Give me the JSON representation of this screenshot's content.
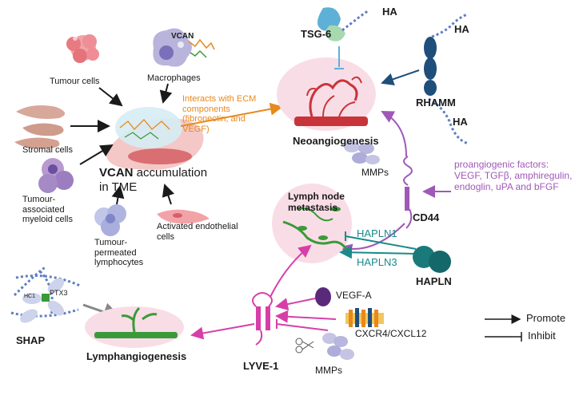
{
  "labels": {
    "tumour_cells": "Tumour cells",
    "macrophages": "Macrophages",
    "vcan_small": "VCAN",
    "stromal_cells": "Stromal cells",
    "tumour_myeloid": [
      "Tumour-",
      "associated",
      "myeloid cells"
    ],
    "tumour_lymphocytes": [
      "Tumour-",
      "permeated",
      "lymphocytes"
    ],
    "activated_endothelial": [
      "Activated endothelial",
      "cells"
    ],
    "vcan_accumulation_bold": "VCAN",
    "vcan_accumulation_rest": " accumulation",
    "in_tme": "in TME",
    "interacts_ecm": [
      "Interacts with ECM",
      "components",
      "(fibronectin, and",
      "VEGF)"
    ],
    "neoangiogenesis": "Neoangiogenesis",
    "tsg6": "TSG-6",
    "ha_top": "HA",
    "ha_right": "HA",
    "ha_cd44": "HA",
    "rhamm": "RHAMM",
    "mmps_top": "MMPs",
    "proangiogenic": [
      "proangiogenic factors:",
      "VEGF, TGFβ, amphiregulin,",
      "endoglin, uPA and bFGF"
    ],
    "cd44": "CD44",
    "lymph_node": [
      "Lymph node",
      "metastasis"
    ],
    "hapln1": "HAPLN1",
    "hapln3": "HAPLN3",
    "hapln": "HAPLN",
    "ptx3": "PTX3",
    "hc1": "HC1",
    "shap": "SHAP",
    "lymphangiogenesis": "Lymphangiogenesis",
    "lyve1": "LYVE-1",
    "vegfa": "VEGF-A",
    "cxcr4": "CXCR4/CXCL12",
    "mmps_bottom": "MMPs",
    "promote": "Promote",
    "inhibit": "Inhibit"
  },
  "colors": {
    "orange": "#e8891c",
    "magenta": "#d63fa8",
    "teal": "#1a8a8a",
    "navy": "#1f4e7a",
    "purple": "#a058b8",
    "pink_bg": "#f9dde6",
    "vessel_red": "#c8343a",
    "lymph_green": "#3a9a3a"
  }
}
